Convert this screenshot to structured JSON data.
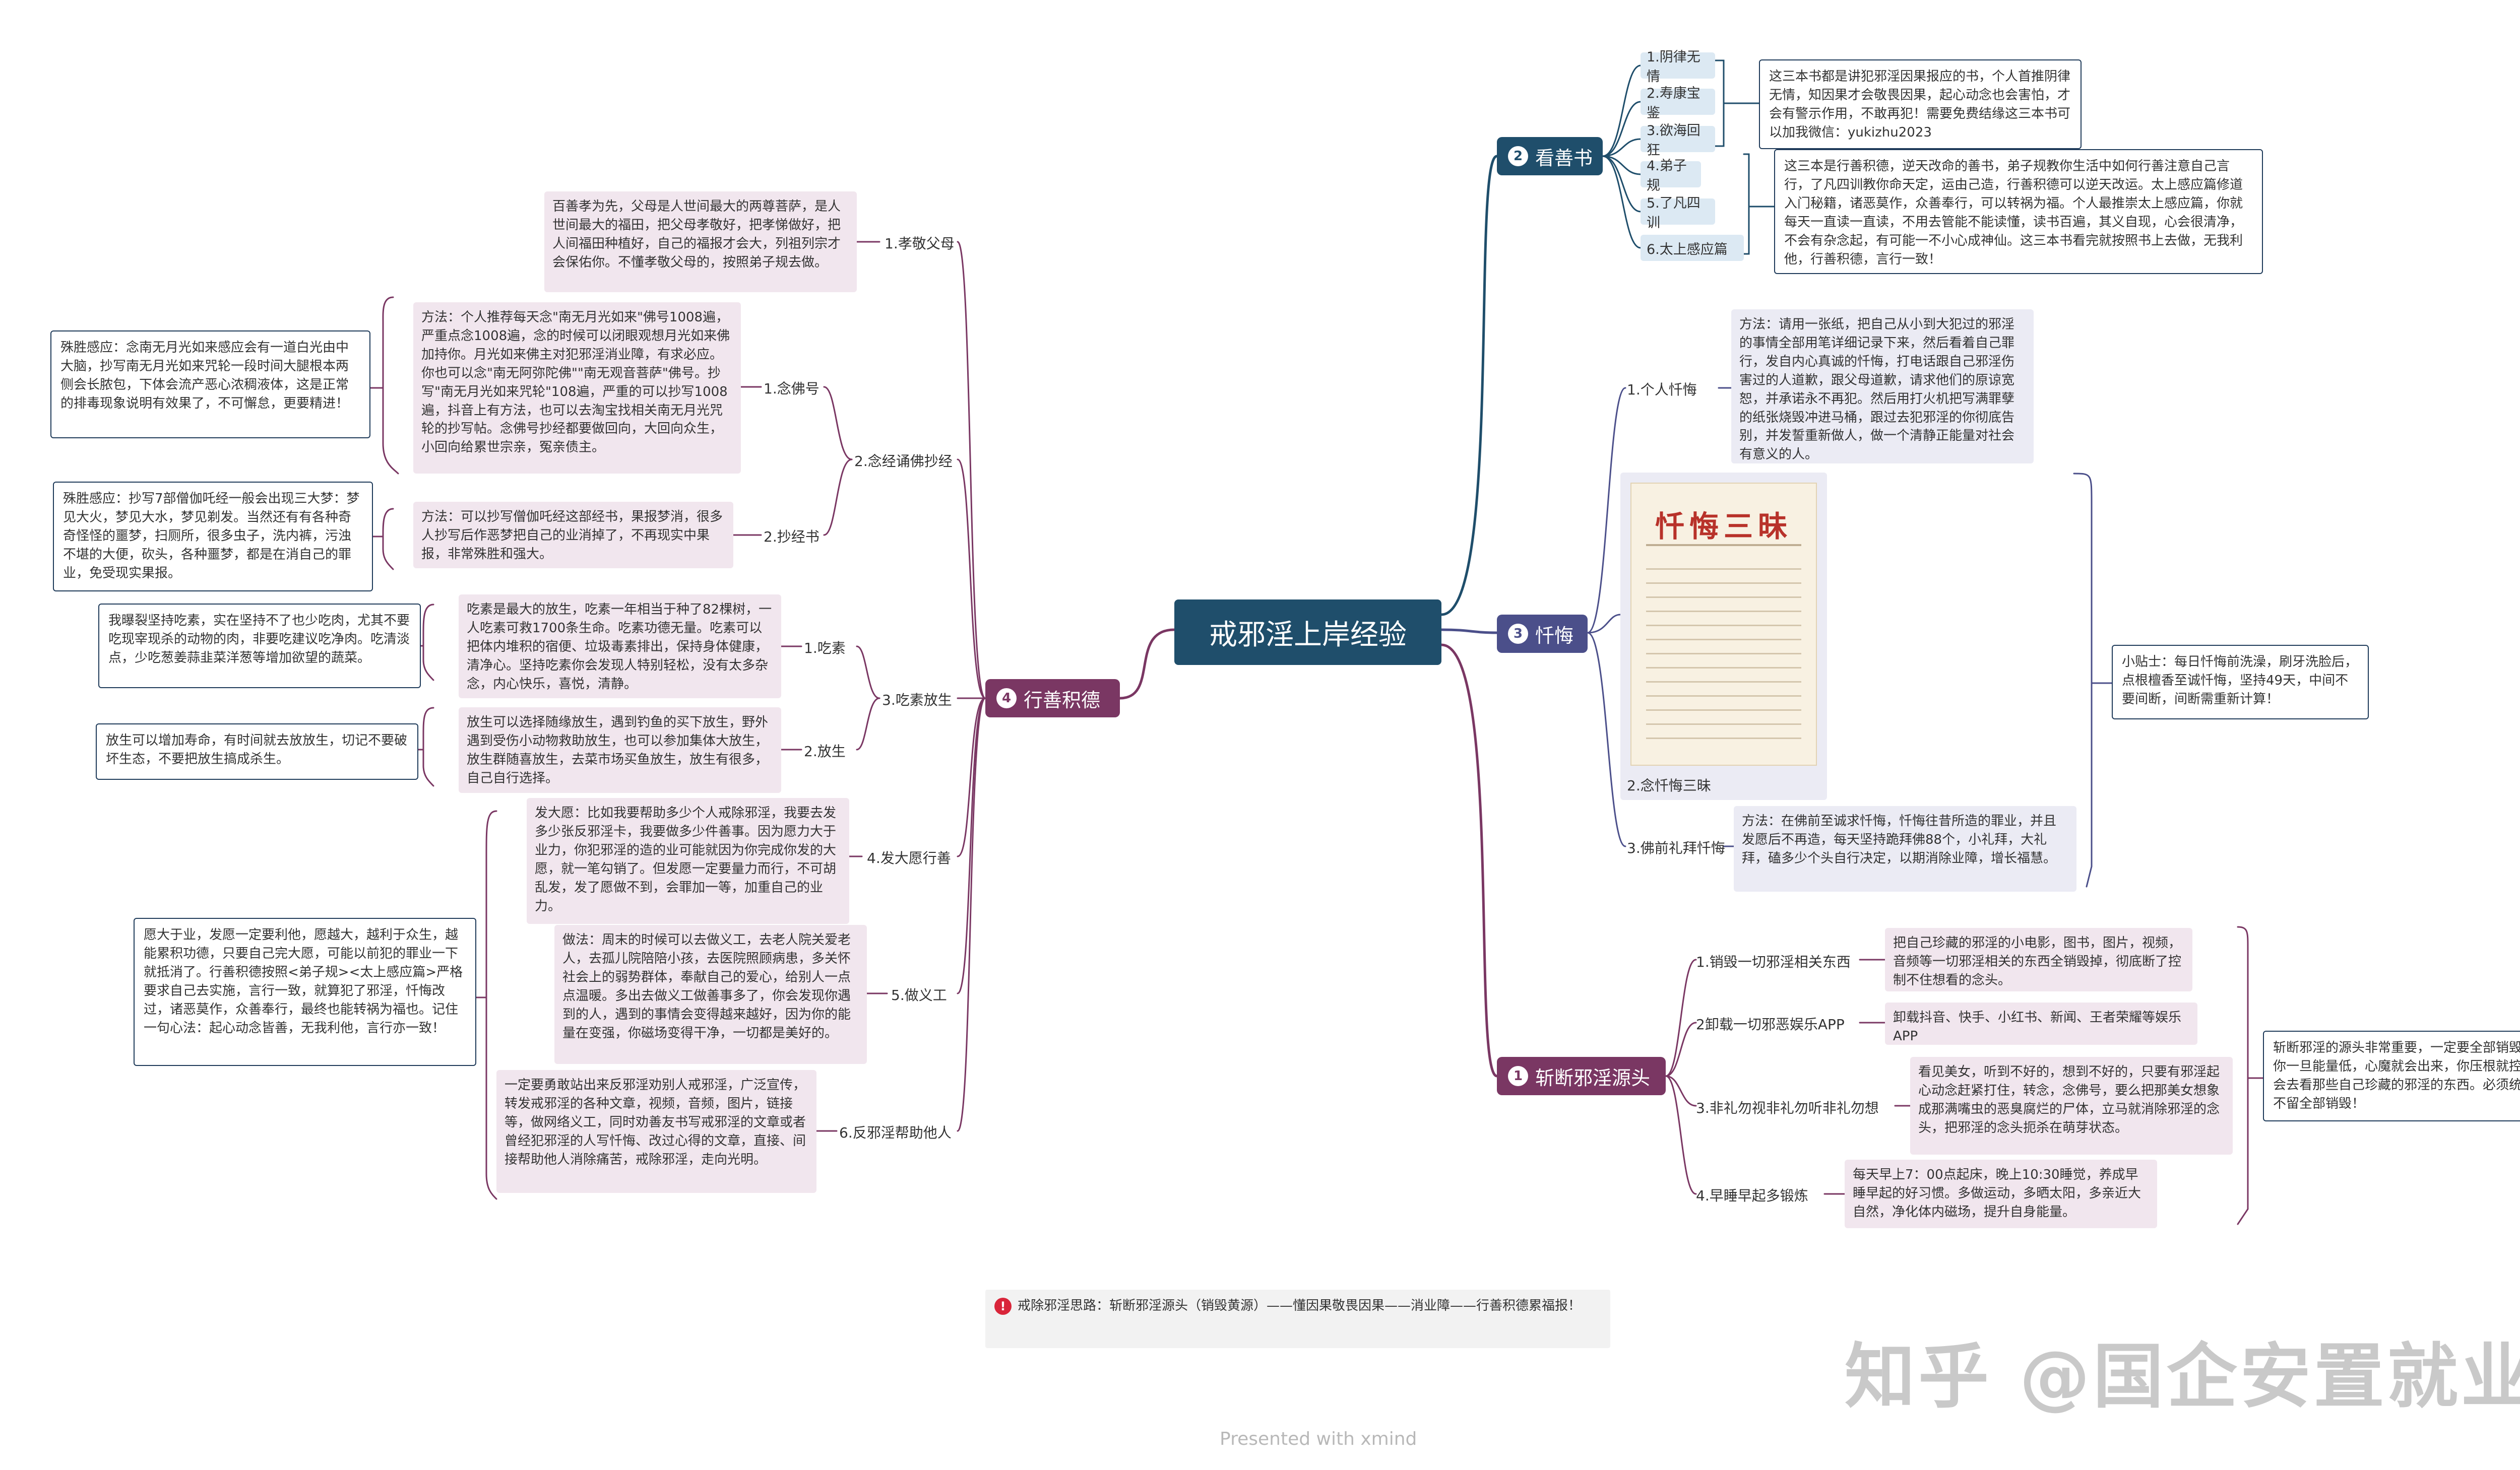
{
  "root": {
    "label": "戒邪淫上岸经验"
  },
  "colors": {
    "root": "#1f4e6b",
    "branch_kanshu": "#1f4e6b",
    "branch_chanhui": "#4b4f8a",
    "branch_zhanduan": "#7a3763",
    "branch_xingshan": "#7a3763",
    "light_blue": "#dce9f3",
    "light_pink": "#f1e6ee",
    "light_purple": "#ebebf4",
    "border": "#1f3b5a"
  },
  "kanshu": {
    "num": "2",
    "label": "看善书",
    "books": [
      "1.阴律无情",
      "2.寿康宝鉴",
      "3.欲海回狂",
      "4.弟子规",
      "5.了凡四训",
      "6.太上感应篇"
    ],
    "box1": "这三本书都是讲犯邪淫因果报应的书，个人首推阴律无情，知因果才会敬畏因果，起心动念也会害怕，才会有警示作用，不敢再犯！需要免费结缘这三本书可以加我微信：yukizhu2023",
    "box2": "这三本是行善积德，逆天改命的善书，弟子规教你生活中如何行善注意自己言行，了凡四训教你命天定，运由己造，行善积德可以逆天改运。太上感应篇修道入门秘籍，诸恶莫作，众善奉行，可以转祸为福。个人最推崇太上感应篇，你就每天一直读一直读，不用去管能不能读懂，读书百遍，其义自现，心会很清净，不会有杂念起，有可能一不小心成神仙。这三本书看完就按照书上去做，无我利他，行善积德，言行一致！"
  },
  "chanhui": {
    "num": "3",
    "label": "忏悔",
    "item1": "1.个人忏悔",
    "item1_note": "方法：请用一张纸，把自己从小到大犯过的邪淫的事情全部用笔详细记录下来，然后看着自己罪行，发自内心真诚的忏悔，打电话跟自己邪淫伤害过的人道歉，跟父母道歉，请求他们的原谅宽恕，并承诺永不再犯。然后用打火机把写满罪孽的纸张烧毁冲进马桶，跟过去犯邪淫的你彻底告别，并发誓重新做人，做一个清静正能量对社会有意义的人。",
    "item2": "2.念忏悔三昧",
    "scroll_title": "忏悔三昧",
    "item3": "3.佛前礼拜忏悔",
    "item3_note": "方法：在佛前至诚求忏悔，忏悔往昔所造的罪业，并且发愿后不再造，每天坚持跪拜佛88个，小礼拜，大礼拜，磕多少个头自行决定，以期消除业障，增长福慧。",
    "tip": "小贴士：每日忏悔前洗澡，刷牙洗脸后，点根檀香至诚忏悔，坚持49天，中间不要间断，间断需重新计算！"
  },
  "zhanduan": {
    "num": "1",
    "label": "斩断邪淫源头",
    "items": [
      {
        "label": "1.销毁一切邪淫相关东西",
        "note": "把自己珍藏的邪淫的小电影，图书，图片，视频，音频等一切邪淫相关的东西全销毁掉，彻底断了控制不住想看的念头。"
      },
      {
        "label": "2卸载一切邪恶娱乐APP",
        "note": "卸载抖音、快手、小红书、新闻、王者荣耀等娱乐APP"
      },
      {
        "label": "3.非礼勿视非礼勿听非礼勿想",
        "note": "看见美女，听到不好的，想到不好的，只要有邪淫起心动念赶紧打住，转念，念佛号，要么把那美女想象成那满嘴虫的恶臭腐烂的尸体，立马就消除邪淫的念头，把邪淫的念头扼杀在萌芽状态。"
      },
      {
        "label": "4.早睡早起多锻炼",
        "note": "每天早上7：00点起床，晚上10:30睡觉，养成早睡早起的好习惯。多做运动，多晒太阳，多亲近大自然，净化体内磁场，提升自身能量。"
      }
    ],
    "box": "斩断邪淫的源头非常重要，一定要全部销毁，因为你一旦能量低，心魔就会出来，你压根就控制不住会去看那些自己珍藏的邪淫的东西。必须统统一个不留全部销毁！"
  },
  "xingshan": {
    "num": "4",
    "label": "行善积德",
    "xiaojing": {
      "label": "1.孝敬父母",
      "note": "百善孝为先，父母是人世间最大的两尊菩萨，是人世间最大的福田，把父母孝敬好，把孝悌做好，把人间福田种植好，自己的福报才会大，列祖列宗才会保佑你。不懂孝敬父母的，按照弟子规去做。"
    },
    "nianjing": {
      "label": "2.念经诵佛抄经",
      "sub1": {
        "label": "1.念佛号",
        "note": "方法：个人推荐每天念\"南无月光如来\"佛号1008遍，严重点念1008遍，念的时候可以闭眼观想月光如来佛加持你。月光如来佛主对犯邪淫消业障，有求必应。你也可以念\"南无阿弥陀佛\"\"南无观音菩萨\"佛号。抄写\"南无月光如来咒轮\"108遍，严重的可以抄写1008遍，抖音上有方法，也可以去淘宝找相关南无月光咒轮的抄写帖。念佛号抄经都要做回向，大回向众生，小回向给累世宗亲，冤亲债主。",
        "box": "殊胜感应：念南无月光如来感应会有一道白光由中大脑，抄写南无月光如来咒轮一段时间大腿根本两侧会长脓包，下体会流产恶心浓稠液体，这是正常的排毒现象说明有效果了，不可懈怠，更要精进！"
      },
      "sub2": {
        "label": "2.抄经书",
        "note": "方法：可以抄写僧伽吒经这部经书，果报梦消，很多人抄写后作恶梦把自己的业消掉了，不再现实中果报，非常殊胜和强大。",
        "box": "殊胜感应：抄写7部僧伽吒经一般会出现三大梦：梦见大火，梦见大水，梦见剃发。当然还有有各种奇奇怪怪的噩梦，扫厕所，很多虫子，洗内裤，污浊不堪的大便，砍头，各种噩梦，都是在消自己的罪业，免受现实果报。"
      }
    },
    "chisu": {
      "label": "3.吃素放生",
      "sub1": {
        "label": "1.吃素",
        "note": "吃素是最大的放生，吃素一年相当于种了82棵树，一人吃素可救1700条生命。吃素功德无量。吃素可以把体内堆积的宿便、垃圾毒素排出，保持身体健康，清净心。坚持吃素你会发现人特别轻松，没有太多杂念，内心快乐，喜悦，清静。",
        "box": "我曝裂坚持吃素，实在坚持不了也少吃肉，尤其不要吃现宰现杀的动物的肉，非要吃建议吃净肉。吃清淡点，少吃葱姜蒜韭菜洋葱等增加欲望的蔬菜。"
      },
      "sub2": {
        "label": "2.放生",
        "note": "放生可以选择随缘放生，遇到钓鱼的买下放生，野外遇到受伤小动物救助放生，也可以参加集体大放生，放生群随喜放生，去菜市场买鱼放生，放生有很多，自己自行选择。",
        "box": "放生可以增加寿命，有时间就去放放生，切记不要破坏生态，不要把放生搞成杀生。"
      }
    },
    "fayuan": {
      "label": "4.发大愿行善",
      "note": "发大愿：比如我要帮助多少个人戒除邪淫，我要去发多少张反邪淫卡，我要做多少件善事。因为愿力大于业力，你犯邪淫的造的业可能就因为你完成你发的大愿，就一笔勾销了。但发愿一定要量力而行，不可胡乱发，发了愿做不到，会罪加一等，加重自己的业力。"
    },
    "zuoyigong": {
      "label": "5.做义工",
      "note": "做法：周末的时候可以去做义工，去老人院关爱老人，去孤儿院陪陪小孩，去医院照顾病患，多关怀社会上的弱势群体，奉献自己的爱心，给别人一点点温暖。多出去做义工做善事多了，你会发现你遇到的人，遇到的事情会变得越来越好，因为你的能量在变强，你磁场变得干净，一切都是美好的。"
    },
    "bangzhu": {
      "label": "6.反邪淫帮助他人",
      "note": "一定要勇敢站出来反邪淫劝别人戒邪淫，广泛宣传，转发戒邪淫的各种文章，视频，音频，图片，链接等，做网络义工，同时劝善友书写戒邪淫的文章或者曾经犯邪淫的人写忏悔、改过心得的文章，直接、间接帮助他人消除痛苦，戒除邪淫，走向光明。"
    },
    "box": "愿大于业，发愿一定要利他，愿越大，越利于众生，越能累积功德，只要自己完大愿，可能以前犯的罪业一下就抵消了。行善积德按照<弟子规><太上感应篇>严格要求自己去实施，言行一致，就算犯了邪淫，忏悔改过，诸恶莫作，众善奉行，最终也能转祸为福也。记住一句心法：起心动念皆善，无我利他，言行亦一致！"
  },
  "summary": "戒除邪淫思路：斩断邪淫源头（销毁黄源）——懂因果敬畏因果——消业障——行善积德累福报！",
  "watermark": "知乎 @国企安置就业",
  "presented": "Presented with xmind"
}
